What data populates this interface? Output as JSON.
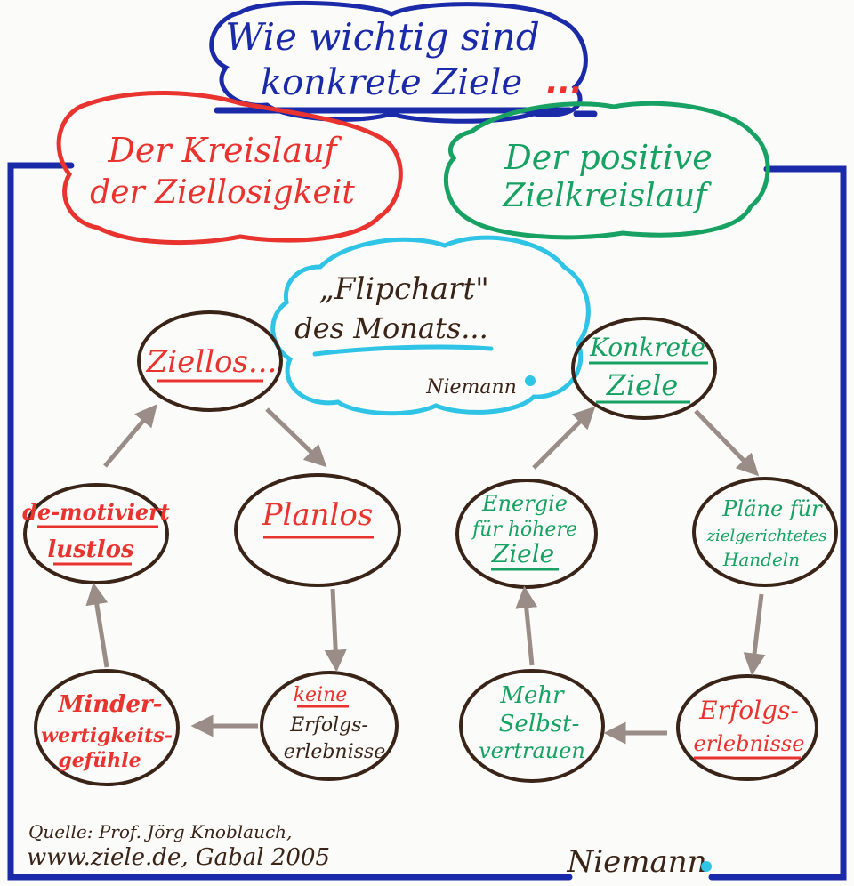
{
  "colors": {
    "frame": "#1b2aa8",
    "title": "#1b2aa8",
    "red": "#e8332f",
    "green": "#17a162",
    "cyan": "#2fc3e6",
    "ink": "#3a2418",
    "arrow": "#9a8d88"
  },
  "title": {
    "line1": "Wie wichtig sind",
    "line2": "konkrete Ziele",
    "dots": "..."
  },
  "left_cloud": {
    "line1": "Der Kreislauf",
    "line2": "der Ziellosigkeit"
  },
  "right_cloud": {
    "line1": "Der positive",
    "line2": "Zielkreislauf"
  },
  "center_cloud": {
    "line1": "„Flipchart\"",
    "line2": "des Monats...",
    "signature": "Niemann"
  },
  "left_cycle": {
    "ziellos": "Ziellos...",
    "planlos": "Planlos",
    "keine_1": "keine",
    "keine_2": "Erfolgs-",
    "keine_3": "erlebnisse",
    "minder_1": "Minder-",
    "minder_2": "wertigkeits-",
    "minder_3": "gefühle",
    "demot_1": "de-motiviert",
    "demot_2": "lustlos"
  },
  "right_cycle": {
    "konkrete_1": "Konkrete",
    "konkrete_2": "Ziele",
    "plaene_1": "Pläne für",
    "plaene_2": "zielgerichtetes",
    "plaene_3": "Handeln",
    "erfolg_1": "Erfolgs-",
    "erfolg_2": "erlebnisse",
    "mehr_1": "Mehr",
    "mehr_2": "Selbst-",
    "mehr_3": "vertrauen",
    "energie_1": "Energie",
    "energie_2": "für höhere",
    "energie_3": "Ziele"
  },
  "source": {
    "line1": "Quelle: Prof. Jörg Knoblauch,",
    "line2": "www.ziele.de, Gabal 2005"
  },
  "footer_signature": "Niemann"
}
